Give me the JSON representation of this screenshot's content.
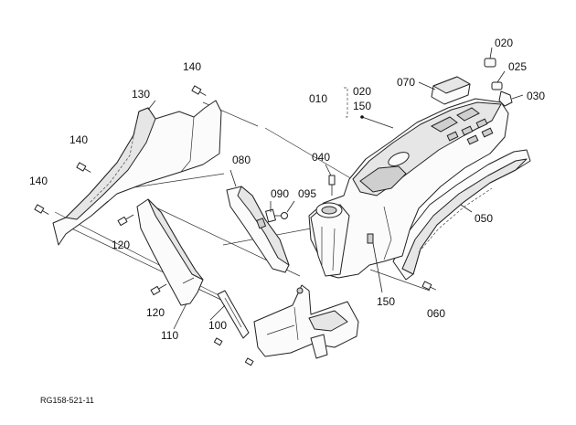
{
  "diagram": {
    "reference_code": "RG158-521-11",
    "callouts": {
      "c010": "010",
      "c020a": "020",
      "c150a": "150",
      "c020b": "020",
      "c025": "025",
      "c030": "030",
      "c040": "040",
      "c050": "050",
      "c060": "060",
      "c070": "070",
      "c080": "080",
      "c090": "090",
      "c095": "095",
      "c100": "100",
      "c110": "110",
      "c120a": "120",
      "c120b": "120",
      "c130": "130",
      "c140a": "140",
      "c140b": "140",
      "c140c": "140",
      "c150b": "150"
    }
  }
}
